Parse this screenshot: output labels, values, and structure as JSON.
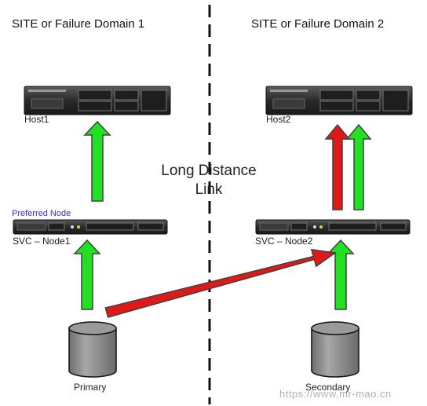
{
  "sites": {
    "site1_title": "SITE or Failure Domain  1",
    "site2_title": "SITE or Failure Domain  2"
  },
  "hosts": {
    "host1": "Host1",
    "host2": "Host2"
  },
  "nodes": {
    "preferred_label": "Preferred Node",
    "node1": "SVC – Node1",
    "node2": "SVC – Node2"
  },
  "link": {
    "line1": "Long Distance",
    "line2": "Link"
  },
  "storage": {
    "primary": "Primary",
    "secondary": "Secondary"
  },
  "watermark": "https://www.mr-mao.cn",
  "colors": {
    "green_arrow": "#22e022",
    "red_arrow": "#e01818",
    "arrow_outline": "#404040",
    "server_body": "#2b2b2b",
    "cylinder": "#8c8c8c"
  }
}
